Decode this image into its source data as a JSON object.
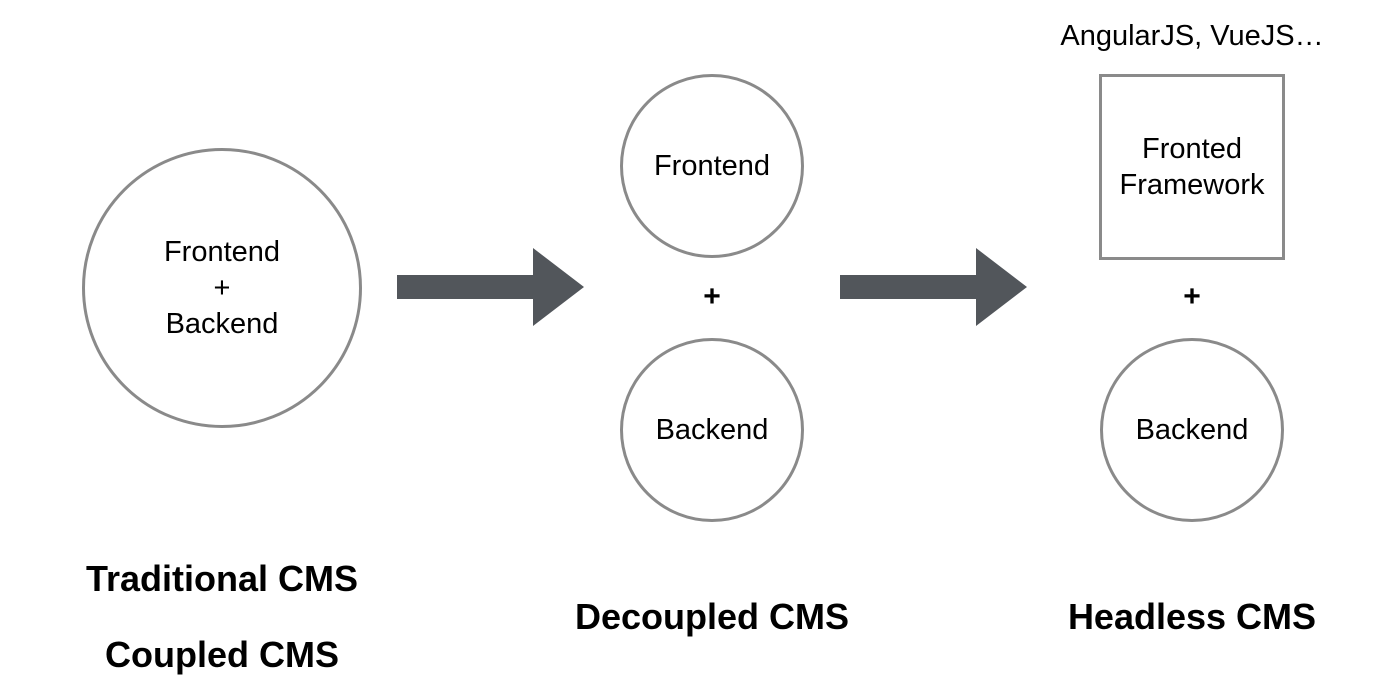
{
  "colors": {
    "node_border": "#8a8a8a",
    "arrow_fill": "#52565b",
    "text": "#000000",
    "background": "#ffffff"
  },
  "traditional": {
    "node_label": "Frontend\n+\nBackend",
    "caption_line1": "Traditional CMS",
    "caption_line2": "Coupled CMS"
  },
  "decoupled": {
    "frontend_label": "Frontend",
    "plus": "+",
    "backend_label": "Backend",
    "caption": "Decoupled CMS"
  },
  "headless": {
    "framework_note": "AngularJS, VueJS…",
    "framework_label": "Fronted\nFramework",
    "plus": "+",
    "backend_label": "Backend",
    "caption": "Headless CMS"
  }
}
